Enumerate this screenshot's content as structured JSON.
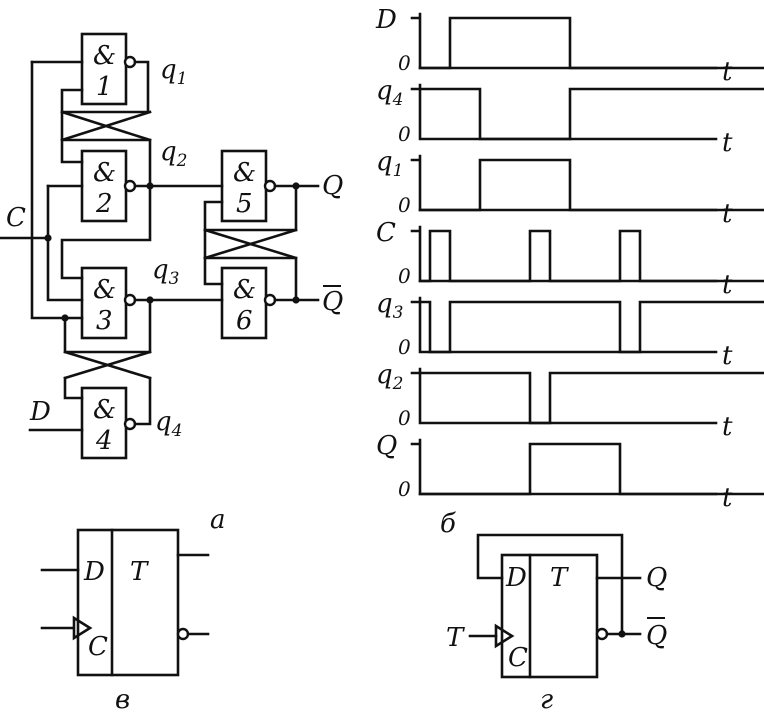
{
  "panels": [
    "а",
    "б",
    "в",
    "г"
  ],
  "gates": [
    {
      "symbol": "&",
      "number": "1",
      "output": "q",
      "output_sub": "1"
    },
    {
      "symbol": "&",
      "number": "2",
      "output": "q",
      "output_sub": "2"
    },
    {
      "symbol": "&",
      "number": "3",
      "output": "q",
      "output_sub": "3"
    },
    {
      "symbol": "&",
      "number": "4",
      "output": "q",
      "output_sub": "4"
    },
    {
      "symbol": "&",
      "number": "5"
    },
    {
      "symbol": "&",
      "number": "6"
    }
  ],
  "circuit": {
    "input_c": "C",
    "input_d": "D",
    "output_q": "Q",
    "output_qbar": "Q"
  },
  "timing": {
    "zero": "0",
    "time": "t",
    "rows": [
      {
        "label": "D",
        "sub": "",
        "levels": [
          [
            0,
            0
          ],
          [
            0.3,
            1
          ],
          [
            1.5,
            0
          ],
          [
            3.5,
            0
          ]
        ]
      },
      {
        "label": "q",
        "sub": "4",
        "levels": [
          [
            0,
            1
          ],
          [
            0.6,
            0
          ],
          [
            1.5,
            1
          ],
          [
            3.5,
            1
          ]
        ]
      },
      {
        "label": "q",
        "sub": "1",
        "levels": [
          [
            0,
            0
          ],
          [
            0.6,
            1
          ],
          [
            1.5,
            0
          ],
          [
            3.5,
            0
          ]
        ]
      },
      {
        "label": "C",
        "sub": "",
        "levels": [
          [
            0,
            0
          ],
          [
            0.1,
            1
          ],
          [
            0.3,
            0
          ],
          [
            1.1,
            1
          ],
          [
            1.3,
            0
          ],
          [
            2.0,
            1
          ],
          [
            2.2,
            0
          ],
          [
            3.5,
            0
          ]
        ]
      },
      {
        "label": "q",
        "sub": "3",
        "levels": [
          [
            0,
            1
          ],
          [
            0.1,
            0
          ],
          [
            0.3,
            1
          ],
          [
            2.0,
            0
          ],
          [
            2.2,
            1
          ],
          [
            3.5,
            1
          ]
        ]
      },
      {
        "label": "q",
        "sub": "2",
        "levels": [
          [
            0,
            1
          ],
          [
            1.1,
            0
          ],
          [
            1.3,
            1
          ],
          [
            3.5,
            1
          ]
        ]
      },
      {
        "label": "Q",
        "sub": "",
        "levels": [
          [
            0,
            0
          ],
          [
            1.1,
            1
          ],
          [
            2.0,
            0
          ],
          [
            3.5,
            0
          ]
        ]
      }
    ]
  },
  "symbol_v": {
    "d": "D",
    "t": "T",
    "c": "C"
  },
  "symbol_g": {
    "d": "D",
    "t": "T",
    "c": "C",
    "input_t": "T",
    "q": "Q",
    "qbar": "Q"
  }
}
